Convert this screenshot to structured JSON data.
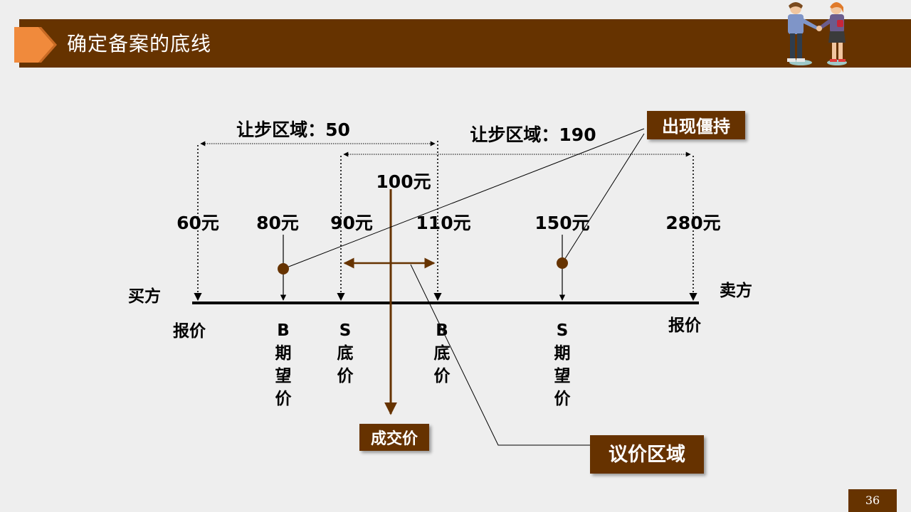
{
  "slide": {
    "title": "确定备案的底线",
    "page_number": "36",
    "colors": {
      "brown": "#663300",
      "orange": "#f08a3c",
      "background": "#eeeeee",
      "line": "#000000"
    }
  },
  "diagram": {
    "concession_buyer": "让步区域：50",
    "concession_seller": "让步区域：190",
    "deal_price_value": "100元",
    "prices": [
      {
        "label": "60元",
        "tag": "报价"
      },
      {
        "label": "80元",
        "tag": "B期望价"
      },
      {
        "label": "90元",
        "tag": "S底价"
      },
      {
        "label": "110元",
        "tag": "B底价"
      },
      {
        "label": "150元",
        "tag": "S期望价"
      },
      {
        "label": "280元",
        "tag": "报价"
      }
    ],
    "buyer_label": "买方",
    "seller_label": "卖方",
    "callouts": {
      "deadlock": "出现僵持",
      "deal_price": "成交价",
      "bargain_zone": "议价区域"
    },
    "icons": {
      "title_marker": "chevron-marker-icon",
      "handshake": "handshake-people-icon"
    }
  }
}
